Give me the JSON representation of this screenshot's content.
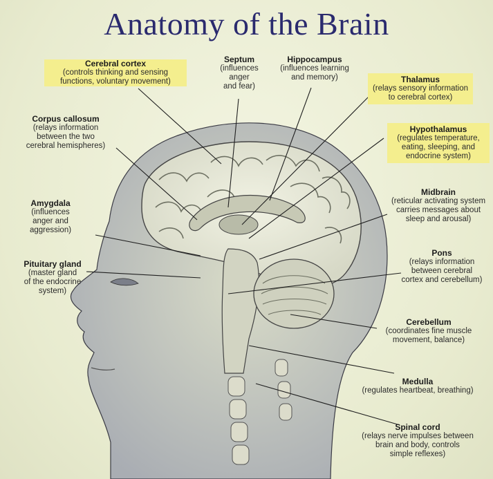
{
  "title": "Anatomy of the Brain",
  "labels": {
    "cerebral_cortex": {
      "name": "Cerebral cortex",
      "desc": [
        "(controls thinking and sensing",
        "functions, voluntary movement)"
      ]
    },
    "septum": {
      "name": "Septum",
      "desc": [
        "(influences",
        "anger",
        "and fear)"
      ]
    },
    "hippocampus": {
      "name": "Hippocampus",
      "desc": [
        "(influences learning",
        "and memory)"
      ]
    },
    "thalamus": {
      "name": "Thalamus",
      "desc": [
        "(relays sensory information",
        "to cerebral cortex)"
      ]
    },
    "corpus_callosum": {
      "name": "Corpus callosum",
      "desc": [
        "(relays information",
        "between the two",
        "cerebral hemispheres)"
      ]
    },
    "hypothalamus": {
      "name": "Hypothalamus",
      "desc": [
        "(regulates temperature,",
        "eating, sleeping, and",
        "endocrine system)"
      ]
    },
    "amygdala": {
      "name": "Amygdala",
      "desc": [
        "(influences",
        "anger and",
        "aggression)"
      ]
    },
    "midbrain": {
      "name": "Midbrain",
      "desc": [
        "(reticular activating system",
        "carries messages about",
        "sleep and arousal)"
      ]
    },
    "pituitary": {
      "name": "Pituitary gland",
      "desc": [
        "(master gland",
        "of the endocrine",
        "system)"
      ]
    },
    "pons": {
      "name": "Pons",
      "desc": [
        "(relays information",
        "between cerebral",
        "cortex and cerebellum)"
      ]
    },
    "cerebellum": {
      "name": "Cerebellum",
      "desc": [
        "(coordinates fine muscle",
        "movement, balance)"
      ]
    },
    "medulla": {
      "name": "Medulla",
      "desc": [
        "(regulates heartbeat, breathing)"
      ]
    },
    "spinal_cord": {
      "name": "Spinal cord",
      "desc": [
        "(relays nerve impulses between",
        "brain and body, controls",
        "simple reflexes)"
      ]
    }
  },
  "colors": {
    "title": "#2a2a6e",
    "highlight": "#f4ee8e",
    "line": "#1f1f1f"
  }
}
